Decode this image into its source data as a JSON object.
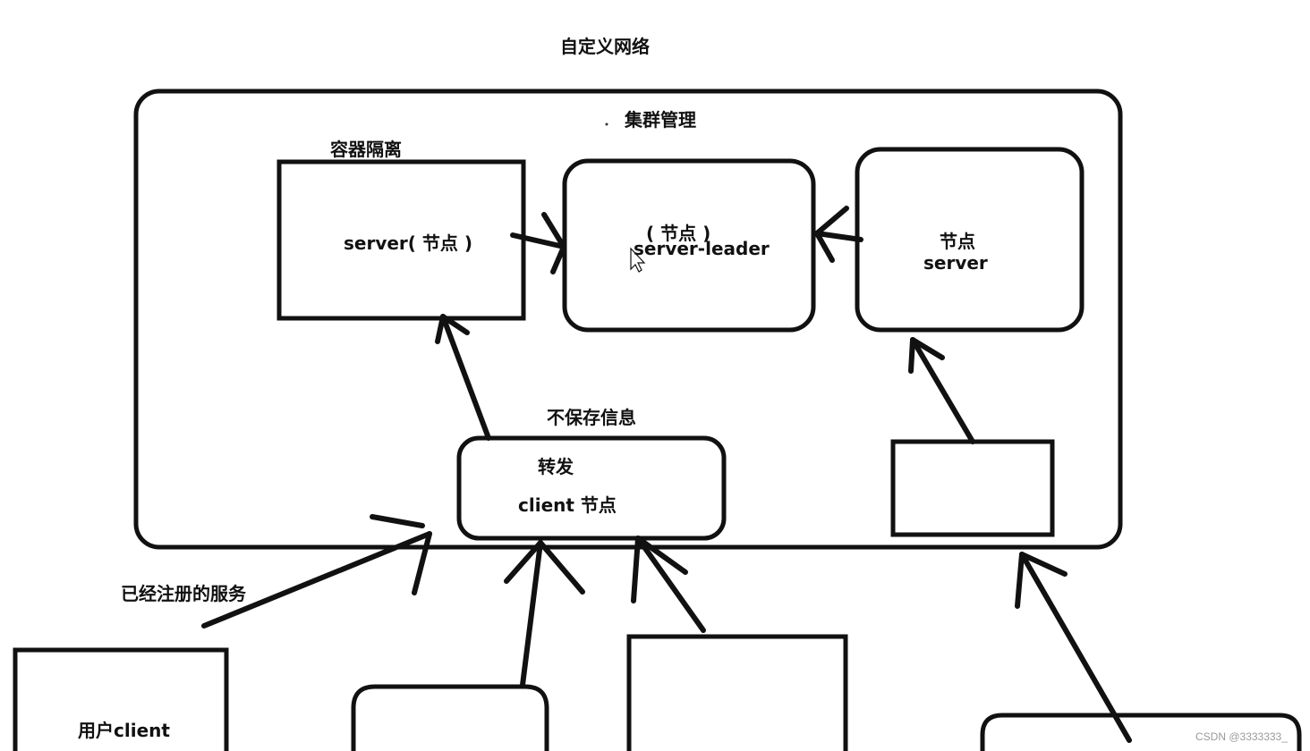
{
  "diagram": {
    "title": "自定义网络",
    "cluster_label": "集群管理",
    "isolation_label": "容器隔离",
    "server_node_label": "server( 节点 )",
    "leader_line1": "( 节点 )",
    "leader_line2": "server-leader",
    "server_right_line1": "节点",
    "server_right_line2": "server",
    "no_store_label": "不保存信息",
    "client_line1": "转发",
    "client_line2": "client 节点",
    "registered_label": "已经注册的服务",
    "user_client_label": "用户client"
  },
  "watermark": "CSDN @3333333_",
  "colors": {
    "stroke": "#111111",
    "background": "#ffffff"
  }
}
